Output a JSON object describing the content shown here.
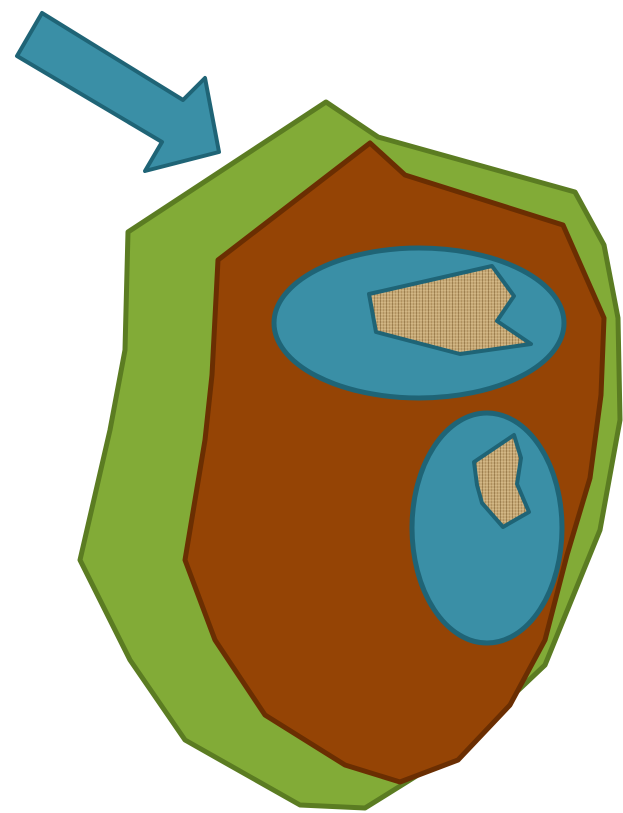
{
  "diagram": {
    "shapes": [
      {
        "name": "pointer-arrow",
        "color": "#3a8fa6"
      },
      {
        "name": "outer-layer",
        "color": "#82ab37"
      },
      {
        "name": "inner-layer",
        "color": "#954405"
      },
      {
        "name": "upper-ellipse",
        "color": "#3a8fa6"
      },
      {
        "name": "lower-ellipse",
        "color": "#3a8fa6"
      },
      {
        "name": "upper-burlap-patch",
        "texture": "burlap"
      },
      {
        "name": "lower-burlap-patch",
        "texture": "burlap"
      }
    ],
    "colors": {
      "background": "#ffffff",
      "outer_fill": "#82ab37",
      "outer_stroke": "#5b7c22",
      "inner_fill": "#954405",
      "inner_stroke": "#6a2e02",
      "teal_fill": "#3a8fa6",
      "teal_stroke": "#1f6476",
      "burlap_base": "#c7a874",
      "burlap_dark": "#8c6c3c"
    }
  }
}
